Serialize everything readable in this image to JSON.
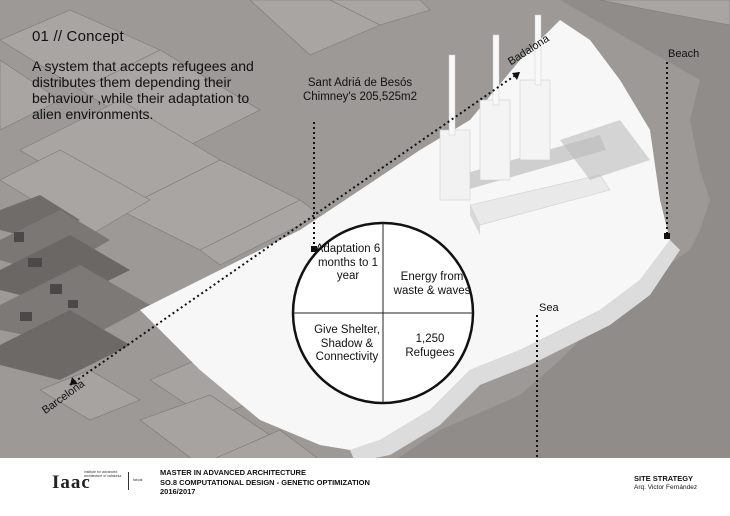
{
  "heading": "01 // Concept",
  "intro": "A system that accepts refugees and distributes them depending their behaviour ,while their adaptation to alien environments.",
  "chimney_label": "Sant Adriá de Besós Chimney's 205,525m2",
  "beach_label": "Beach",
  "sea_label": "Sea",
  "badalona_label": "Badalona",
  "barcelona_label": "Barcelona",
  "concept_circle": {
    "top_left": "Adaptation 6 months to 1 year",
    "top_right": "Energy from waste & waves",
    "bottom_left": "Give Shelter, Shadow & Connectivity",
    "bottom_right": "1,250 Refugees"
  },
  "footer": {
    "logo": "Iaac",
    "logo_sub": "institute for advanced architecture of catalonia",
    "logo_sub2": "fabcat",
    "master_line1": "MASTER IN ADVANCED ARCHITECTURE",
    "master_line2": "SO.8 COMPUTATIONAL DESIGN - GENETIC OPTIMIZATION",
    "master_line3": "2016/2017",
    "site_title": "SITE STRATEGY",
    "site_author": "Arq. Victor Fernández"
  }
}
